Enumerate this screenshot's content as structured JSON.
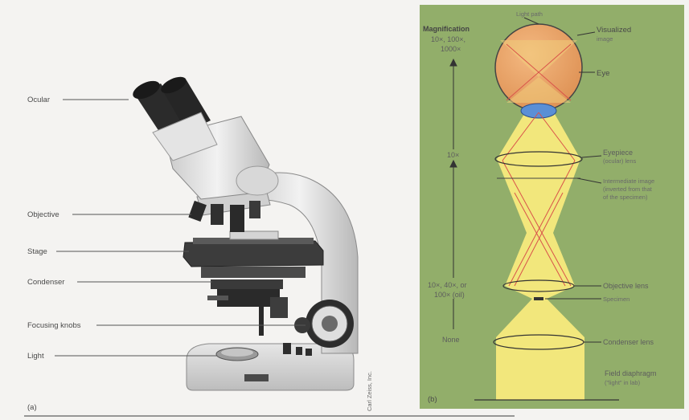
{
  "left_panel": {
    "labels": {
      "ocular": "Ocular",
      "objective": "Objective",
      "stage": "Stage",
      "condenser": "Condenser",
      "focusing_knobs": "Focusing knobs",
      "light": "Light"
    },
    "panel_letter": "(a)",
    "credit": "Carl Zeiss, Inc."
  },
  "right_panel": {
    "magnification": {
      "title": "Magnification",
      "top_line1": "10×, 100×,",
      "top_line2": "1000×",
      "mid": "10×",
      "low_line1": "10×, 40×, or",
      "low_line2": "100× (oil)",
      "none": "None"
    },
    "labels": {
      "light_path": "Light path",
      "visualized": "Visualized",
      "image": "image",
      "eye": "Eye",
      "eyepiece": "Eyepiece",
      "ocular_lens": "(ocular) lens",
      "intermediate_1": "Intermediate image",
      "intermediate_2": "(inverted from that",
      "intermediate_3": "of the specimen)",
      "objective_lens": "Objective lens",
      "specimen": "Specimen",
      "condenser_lens": "Condenser lens",
      "field_diaphragm": "Field diaphragm",
      "field_diaphragm_sub": "(\"light\" in lab)"
    },
    "panel_letter": "(b)",
    "colors": {
      "background": "#92ae6a",
      "light_beam": "#f2e77c",
      "eye": "#e8a66a",
      "ray": "#d9524a"
    }
  }
}
